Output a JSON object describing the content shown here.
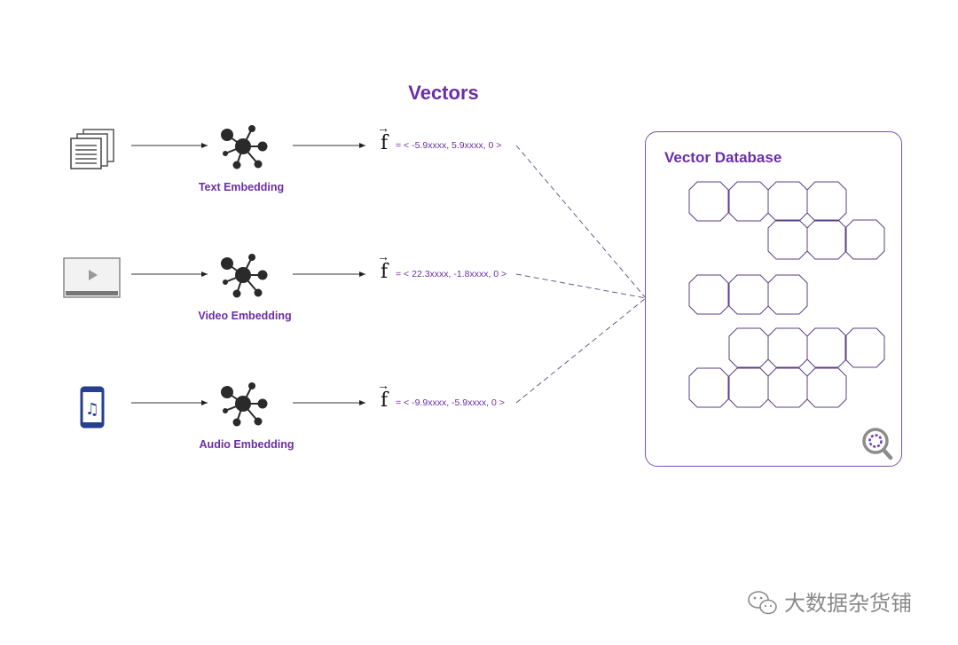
{
  "title": "Vectors",
  "rows": [
    {
      "icon": "document-icon",
      "embedding_label": "Text Embedding",
      "symbol": "f",
      "vector": "= < -5.9xxxx, 5.9xxxx, 0 >"
    },
    {
      "icon": "video-icon",
      "embedding_label": "Video Embedding",
      "symbol": "f",
      "vector": "= < 22.3xxxx, -1.8xxxx, 0 >"
    },
    {
      "icon": "music-phone-icon",
      "embedding_label": "Audio Embedding",
      "symbol": "f",
      "vector": "= < -9.9xxxx, -5.9xxxx, 0 >"
    }
  ],
  "database": {
    "title": "Vector Database",
    "search_icon": "magnifier-icon"
  },
  "watermark": "大数据杂货铺",
  "colors": {
    "accent": "#6b2fa6",
    "cell_border": "#5b3f86",
    "dark": "#2a2a2a"
  }
}
